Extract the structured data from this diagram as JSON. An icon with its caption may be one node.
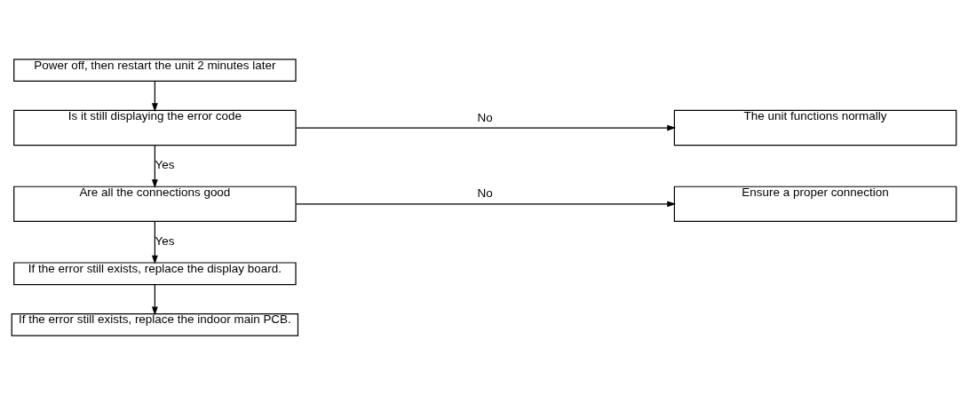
{
  "diagram": {
    "nodes": [
      {
        "text": [
          "Power off, then restart the unit 2 minutes later"
        ]
      },
      {
        "text": [
          "Is it still displaying the error code"
        ]
      },
      {
        "text": [
          "The unit functions normally"
        ]
      },
      {
        "text": [
          "Are all the connections good"
        ]
      },
      {
        "text": [
          "Ensure a proper connection"
        ]
      },
      {
        "text": [
          "If the error still exists, replace the display board."
        ]
      },
      {
        "text": [
          "If the error still exists, replace the indoor main PCB."
        ]
      }
    ],
    "edges": [
      {
        "from": 0,
        "to": 1,
        "arrow": "to"
      },
      {
        "from": 1,
        "to": 2,
        "arrow": "to",
        "label": "No"
      },
      {
        "from": 1,
        "to": 3,
        "arrow": "to",
        "label": "Yes"
      },
      {
        "from": 3,
        "to": 4,
        "arrow": "to",
        "label": "No"
      },
      {
        "from": 3,
        "to": 5,
        "arrow": "to",
        "label": "Yes"
      },
      {
        "from": 5,
        "to": 6,
        "arrow": "to"
      }
    ]
  }
}
